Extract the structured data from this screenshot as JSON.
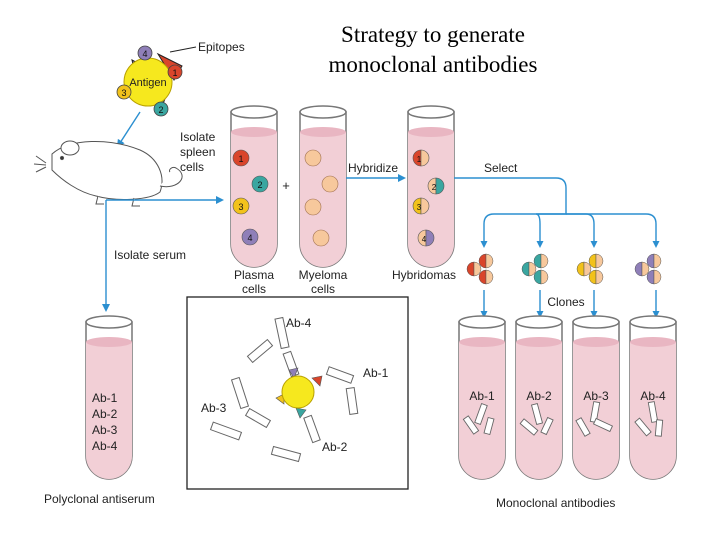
{
  "title_line1": "Strategy to generate",
  "title_line2": "monoclonal antibodies",
  "labels": {
    "epitopes": "Epitopes",
    "antigen": "Antigen",
    "isolate_spleen_1": "Isolate",
    "isolate_spleen_2": "spleen",
    "isolate_spleen_3": "cells",
    "isolate_serum": "Isolate serum",
    "plus": "+",
    "hybridize": "Hybridize",
    "select": "Select",
    "plasma_1": "Plasma",
    "plasma_2": "cells",
    "myeloma_1": "Myeloma",
    "myeloma_2": "cells",
    "hybridomas": "Hybridomas",
    "clones": "Clones",
    "polyclonal": "Polyclonal antiserum",
    "monoclonal": "Monoclonal antibodies"
  },
  "epitope_numbers": [
    "1",
    "2",
    "3",
    "4"
  ],
  "antibodies": [
    "Ab-1",
    "Ab-2",
    "Ab-3",
    "Ab-4"
  ],
  "colors": {
    "epitope1": "#d9452b",
    "epitope2": "#3aa6a0",
    "epitope3": "#f2c21b",
    "epitope4": "#8f7fb8",
    "antigen": "#f6e81e",
    "myeloma": "#f7c89c",
    "tube_fluid": "#f2cfd6",
    "arrow": "#2b8fd0"
  }
}
